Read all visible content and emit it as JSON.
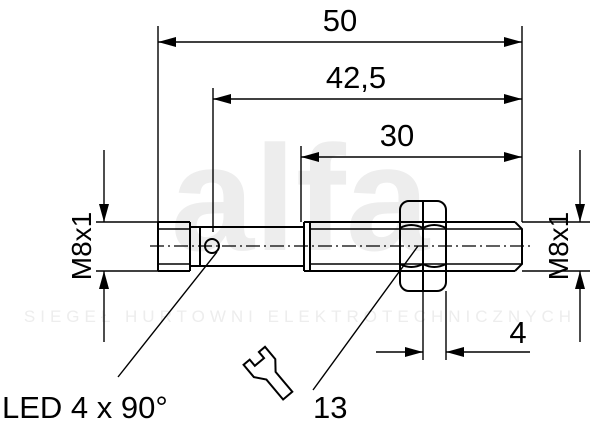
{
  "watermark": {
    "logo": "alfa",
    "tagline": "SIEGEŁ HURTOWNI ELEKTROTECHNICZNYCH"
  },
  "dimensions": {
    "overall_length": "50",
    "length_from_led": "42,5",
    "thread_length": "30",
    "nut_thickness": "4"
  },
  "thread_left": "M8x1",
  "thread_right": "M8x1",
  "led_label": "LED 4 x 90°",
  "wrench_size": "13",
  "icons": {
    "wrench": "wrench-icon"
  }
}
